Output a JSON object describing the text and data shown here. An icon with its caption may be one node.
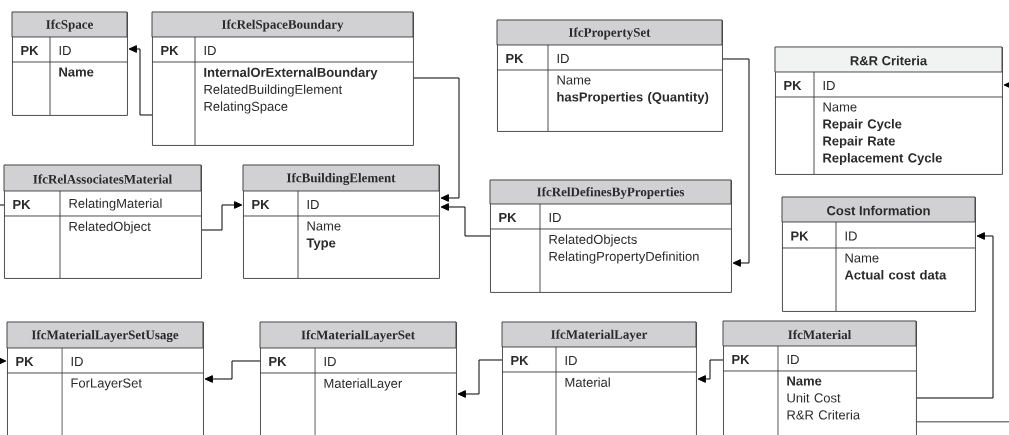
{
  "diagram": {
    "nodes": [
      {
        "text": [
          "IfcSpace",
          "PK",
          "ID",
          "**Name**"
        ]
      },
      {
        "text": [
          "IfcRelSpaceBoundary",
          "PK",
          "ID",
          "**InternalOrExternalBoundary**",
          "RelatedBuildingElement",
          "RelatingSpace"
        ]
      },
      {
        "text": [
          "IfcPropertySet",
          "PK",
          "ID",
          "Name",
          "**hasProperties (Quantity)**"
        ]
      },
      {
        "text": [
          "R&R Criteria",
          "PK",
          "ID",
          "Name",
          "**Repair Cycle**",
          "**Repair Rate**",
          "**Replacement Cycle**"
        ]
      },
      {
        "text": [
          "IfcRelAssociatesMaterial",
          "PK",
          "RelatingMaterial",
          "RelatedObject"
        ]
      },
      {
        "text": [
          "IfcBuildingElement",
          "PK",
          "ID",
          "Name",
          "**Type**"
        ]
      },
      {
        "text": [
          "IfcRelDefinesByProperties",
          "PK",
          "ID",
          "RelatedObjects",
          "RelatingPropertyDefinition"
        ]
      },
      {
        "text": [
          "Cost Information",
          "PK",
          "ID",
          "Name",
          "**Actual cost data**"
        ]
      },
      {
        "text": [
          "IfcMaterialLayerSetUsage",
          "PK",
          "ID",
          "ForLayerSet"
        ]
      },
      {
        "text": [
          "IfcMaterialLayerSet",
          "PK",
          "ID",
          "MaterialLayer"
        ]
      },
      {
        "text": [
          "IfcMaterialLayer",
          "PK",
          "ID",
          "Material"
        ]
      },
      {
        "text": [
          "IfcMaterial",
          "PK",
          "ID",
          "**Name**",
          "Unit Cost",
          "R&R Criteria"
        ]
      }
    ],
    "edges": [
      {
        "from": 1,
        "to": 0,
        "arrow": "to"
      },
      {
        "from": 1,
        "to": 5,
        "arrow": "to"
      },
      {
        "from": 6,
        "to": 5,
        "arrow": "to"
      },
      {
        "from": 4,
        "to": 5,
        "arrow": "to"
      },
      {
        "from": 2,
        "to": 6,
        "arrow": "to"
      },
      {
        "from": 11,
        "to": 10,
        "arrow": "to"
      },
      {
        "from": 10,
        "to": 9,
        "arrow": "to"
      },
      {
        "from": 9,
        "to": 8,
        "arrow": "to"
      },
      {
        "from": 11,
        "to": 7,
        "arrow": "to"
      },
      {
        "from": 11,
        "to": 3,
        "arrow": "to"
      },
      {
        "from": null,
        "to": 4,
        "arrow": "none"
      },
      {
        "from": null,
        "to": 8,
        "arrow": "to"
      }
    ]
  }
}
